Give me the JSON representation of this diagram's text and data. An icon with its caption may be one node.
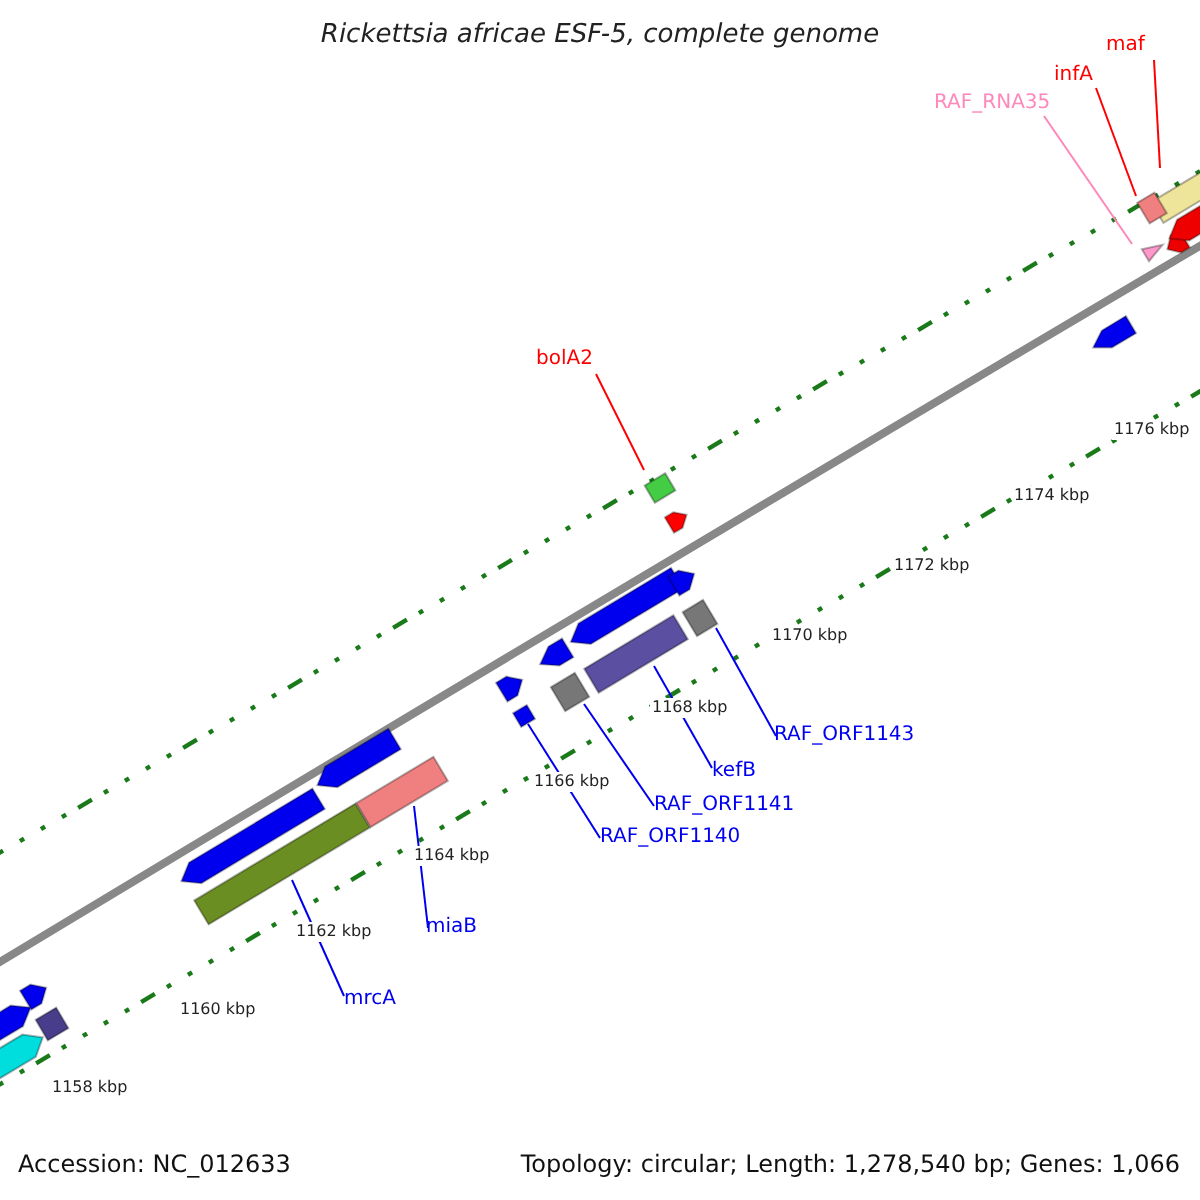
{
  "diagram": {
    "title": "Rickettsia africae ESF-5, complete genome",
    "nodes": [
      {
        "text": [
          "maf"
        ]
      },
      {
        "text": [
          "infA"
        ]
      },
      {
        "text": [
          "RAF_RNA35"
        ]
      },
      {
        "text": [],
        "shape": "box"
      },
      {
        "text": [],
        "shape": "box"
      },
      {
        "text": [],
        "shape": "triangle"
      },
      {
        "text": [
          "bolA2"
        ]
      },
      {
        "text": [],
        "shape": "box"
      },
      {
        "text": [
          "RAF_ORF1143"
        ]
      },
      {
        "text": [
          "kefB"
        ]
      },
      {
        "text": [
          "RAF_ORF1141"
        ]
      },
      {
        "text": [
          "RAF_ORF1140"
        ]
      },
      {
        "text": [
          "miaB"
        ]
      },
      {
        "text": [
          "mrcA"
        ]
      },
      {
        "text": [],
        "shape": "box"
      },
      {
        "text": [],
        "shape": "box"
      },
      {
        "text": [],
        "shape": "box"
      },
      {
        "text": [],
        "shape": "box"
      },
      {
        "text": [],
        "shape": "box"
      },
      {
        "text": [],
        "shape": "box"
      },
      {
        "text": [],
        "shape": "pentagon"
      },
      {
        "text": [],
        "shape": "pentagon"
      },
      {
        "text": [],
        "shape": "pentagon"
      },
      {
        "text": [],
        "shape": "box"
      },
      {
        "text": [],
        "shape": "pentagon"
      },
      {
        "text": [],
        "shape": "pentagon"
      },
      {
        "text": [],
        "shape": "pentagon"
      },
      {
        "text": [],
        "shape": "pentagon"
      },
      {
        "text": [],
        "shape": "pentagon"
      },
      {
        "text": [],
        "shape": "pentagon"
      },
      {
        "text": [],
        "shape": "pentagon"
      },
      {
        "text": [],
        "shape": "pentagon"
      },
      {
        "text": [],
        "shape": "pentagon"
      },
      {
        "text": [],
        "shape": "pentagon"
      }
    ],
    "edges": [
      {
        "from": 0,
        "to": 3,
        "arrow": "none",
        "color": "#ff0000"
      },
      {
        "from": 1,
        "to": 4,
        "arrow": "none",
        "color": "#ff0000"
      },
      {
        "from": 2,
        "to": 5,
        "arrow": "none",
        "color": "#ff88bb"
      },
      {
        "from": 6,
        "to": 7,
        "arrow": "none",
        "color": "#ff0000"
      },
      {
        "from": 8,
        "to": 14,
        "arrow": "none"
      },
      {
        "from": 9,
        "to": 15,
        "arrow": "none"
      },
      {
        "from": 10,
        "to": 16,
        "arrow": "none"
      },
      {
        "from": 11,
        "to": 17,
        "arrow": "none"
      },
      {
        "from": 12,
        "to": 18,
        "arrow": "none"
      },
      {
        "from": 13,
        "to": 19,
        "arrow": "none"
      }
    ],
    "labels": [
      "1176 kbp",
      "1174 kbp",
      "1172 kbp",
      "1170 kbp",
      "1168 kbp",
      "1166 kbp",
      "1164 kbp",
      "1162 kbp",
      "1160 kbp",
      "1158 kbp",
      "Accession: NC_012633",
      "Topology: circular; Length: 1,278,540 bp; Genes: 1,066"
    ]
  }
}
